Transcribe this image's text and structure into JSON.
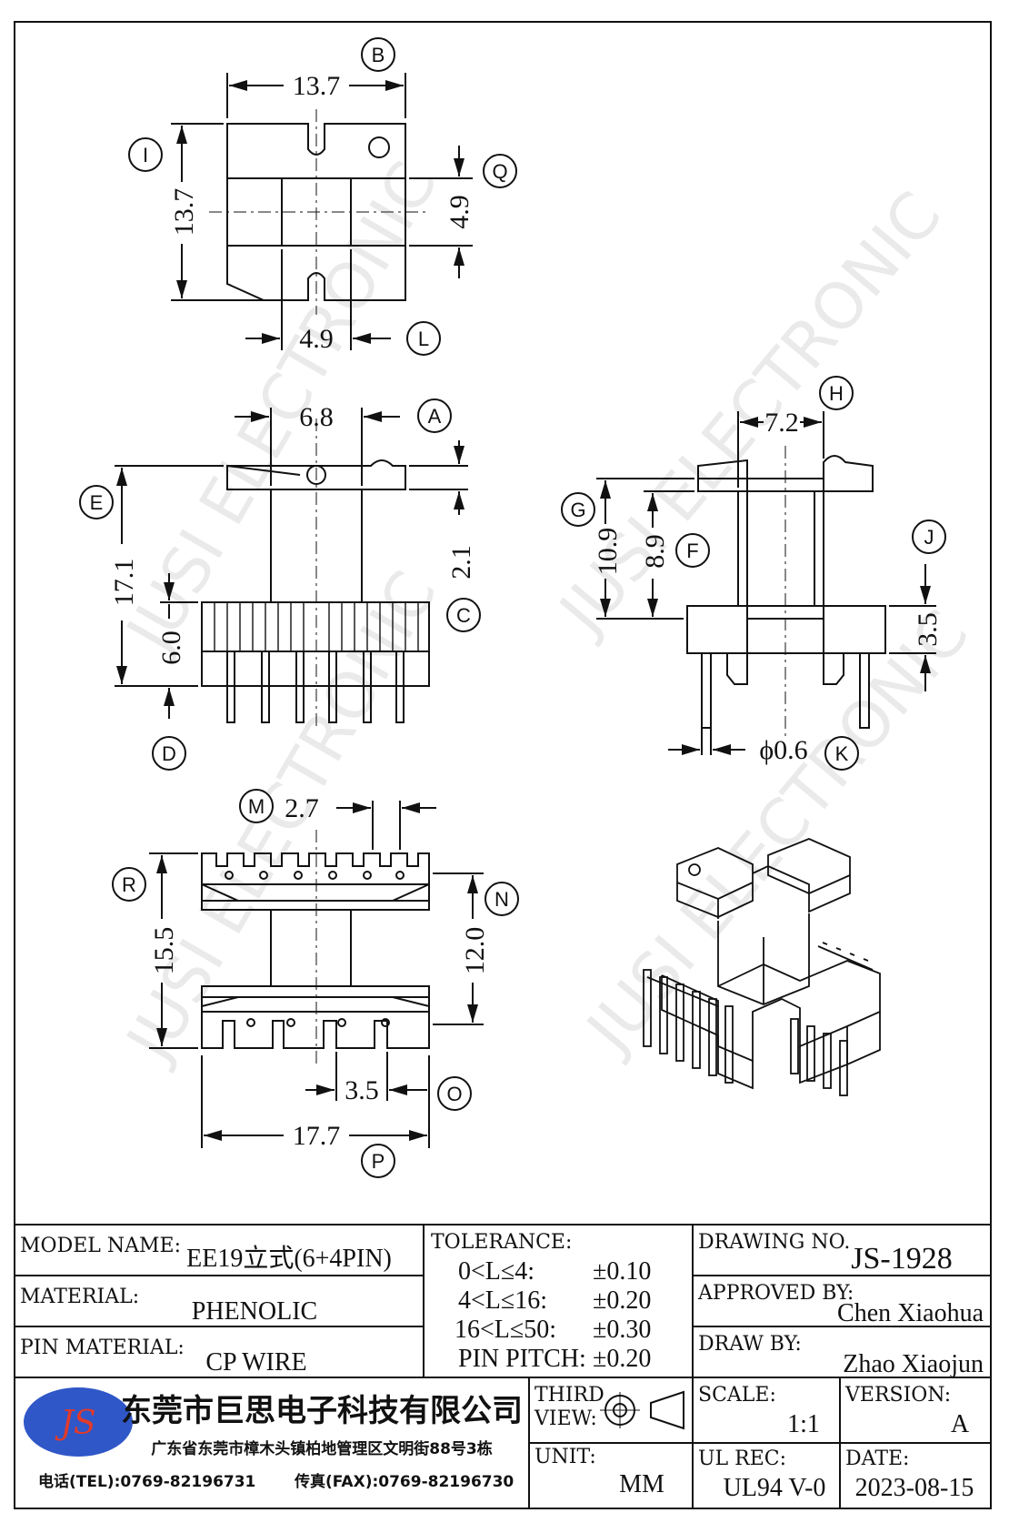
{
  "dimensions": {
    "B": "13.7",
    "I": "13.7",
    "Q": "4.9",
    "L": "4.9",
    "A": "6.8",
    "E": "17.1",
    "D": "6.0",
    "C": "2.1",
    "H": "7.2",
    "G": "10.9",
    "F": "8.9",
    "J": "3.5",
    "K": "ϕ0.6",
    "M": "2.7",
    "R": "15.5",
    "N": "12.0",
    "O": "3.5",
    "P": "17.7"
  },
  "callouts": [
    "A",
    "B",
    "C",
    "D",
    "E",
    "F",
    "G",
    "H",
    "I",
    "J",
    "K",
    "L",
    "M",
    "N",
    "O",
    "P",
    "Q",
    "R"
  ],
  "watermark": "JUSI ELECTRONIC",
  "title_block": {
    "model_name_label": "MODEL NAME:",
    "model_name": "EE19立式(6+4PIN)",
    "material_label": "MATERIAL:",
    "material": "PHENOLIC",
    "pin_material_label": "PIN MATERIAL:",
    "pin_material": "CP WIRE",
    "tolerance_label": "TOLERANCE:",
    "tolerance_rows": [
      {
        "range": "0<L≤4:",
        "value": "±0.10"
      },
      {
        "range": "4<L≤16:",
        "value": "±0.20"
      },
      {
        "range": "16<L≤50:",
        "value": "±0.30"
      },
      {
        "range": "PIN PITCH:",
        "value": "±0.20"
      }
    ],
    "drawing_no_label": "DRAWING NO.",
    "drawing_no": "JS-1928",
    "approved_by_label": "APPROVED BY:",
    "approved_by": "Chen Xiaohua",
    "draw_by_label": "DRAW BY:",
    "draw_by": "Zhao Xiaojun",
    "company_logo_text": "JS",
    "company_name": "东莞市巨思电子科技有限公司",
    "company_address": "广东省东莞市樟木头镇柏地管理区文明街88号3栋",
    "tel": "电话(TEL):0769-82196731",
    "fax": "传真(FAX):0769-82196730",
    "third_view_label_1": "THIRD",
    "third_view_label_2": "VIEW:",
    "unit_label": "UNIT:",
    "unit": "MM",
    "scale_label": "SCALE:",
    "scale": "1:1",
    "version_label": "VERSION:",
    "version": "A",
    "ul_rec_label": "UL REC:",
    "ul_rec": "UL94 V-0",
    "date_label": "DATE:",
    "date": "2023-08-15"
  }
}
